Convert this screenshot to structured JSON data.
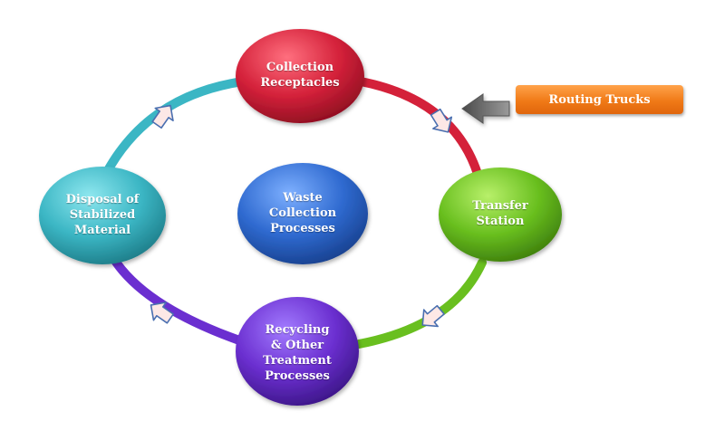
{
  "center": {
    "label": "Waste\nCollection\nProcesses"
  },
  "nodes": {
    "collection": {
      "label": "Collection\nReceptacles"
    },
    "transfer": {
      "label": "Transfer\nStation"
    },
    "recycling": {
      "label": "Recycling\n& Other\nTreatment\nProcesses"
    },
    "disposal": {
      "label": "Disposal of\nStabilized\nMaterial"
    }
  },
  "callout": {
    "label": "Routing Trucks"
  },
  "colors": {
    "collection": "#d4213a",
    "transfer": "#69bf1f",
    "recycling": "#6b2fd0",
    "disposal": "#3bb6c4",
    "center": "#2f6ad0",
    "callout": "#f07a17"
  }
}
